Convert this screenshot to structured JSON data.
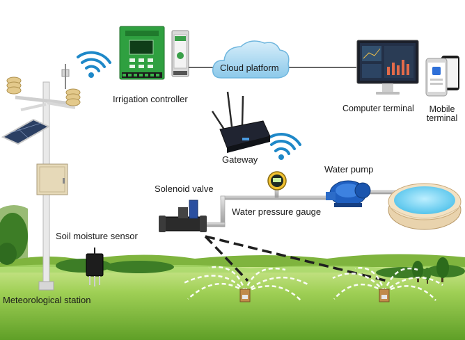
{
  "labels": {
    "irrigation_controller": "Irrigation controller",
    "cloud_platform": "Cloud platform",
    "computer_terminal": "Computer terminal",
    "mobile_terminal": "Mobile\nterminal",
    "gateway": "Gateway",
    "water_pump": "Water pump",
    "solenoid_valve": "Solenoid valve",
    "water_pressure_gauge": "Water pressure gauge",
    "soil_moisture_sensor": "Soil moisture sensor",
    "meteorological_station": "Meteorological station"
  },
  "colors": {
    "sky": "#ffffff",
    "grass_light": "#b9dc7a",
    "grass_dark": "#6fae2f",
    "controller_green": "#2e9e3e",
    "cloud_blue": "#9fd3ef",
    "wifi_blue": "#1e88c8",
    "pipe_gray": "#c8c8c8",
    "pool_water": "#7fd3ef"
  },
  "icons": [
    "wifi-icon",
    "cloud-icon",
    "computer-monitor-icon",
    "smartphone-icon",
    "router-icon",
    "pump-icon",
    "valve-icon",
    "pressure-gauge-icon",
    "soil-sensor-icon",
    "weather-station-icon",
    "sprinkler-icon",
    "solar-panel-icon",
    "pool-icon"
  ]
}
